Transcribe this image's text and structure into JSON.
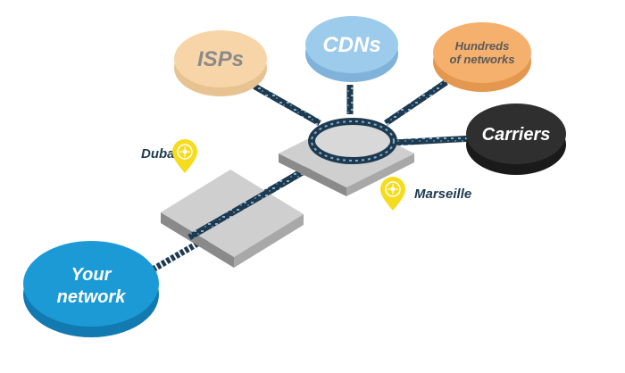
{
  "diagram": {
    "nodes": {
      "isps": {
        "label": "ISPs",
        "color": "#f8d5a8",
        "text_color": "#8a8a8a"
      },
      "cdns": {
        "label": "CDNs",
        "color": "#9ccbec",
        "text_color": "#ffffff"
      },
      "hundreds": {
        "label_line1": "Hundreds",
        "label_line2": "of networks",
        "color": "#f4b06c",
        "text_color": "#5a5a5a"
      },
      "carriers": {
        "label": "Carriers",
        "color": "#2f2f2f",
        "text_color": "#ffffff"
      },
      "your_network": {
        "label_line1": "Your",
        "label_line2": "network",
        "color": "#1c9ad6",
        "text_color": "#ffffff"
      }
    },
    "locations": {
      "dubai": {
        "label": "Dubai",
        "pin_color": "#f5dc1e"
      },
      "marseille": {
        "label": "Marseille",
        "pin_color": "#f5dc1e"
      }
    },
    "colors": {
      "platform_top": "#cfcfcf",
      "platform_side": "#9a9a9a",
      "cable": "#1f3a4f",
      "cable_light": "#7fb0d0",
      "label_dark": "#1f3a4f"
    }
  }
}
